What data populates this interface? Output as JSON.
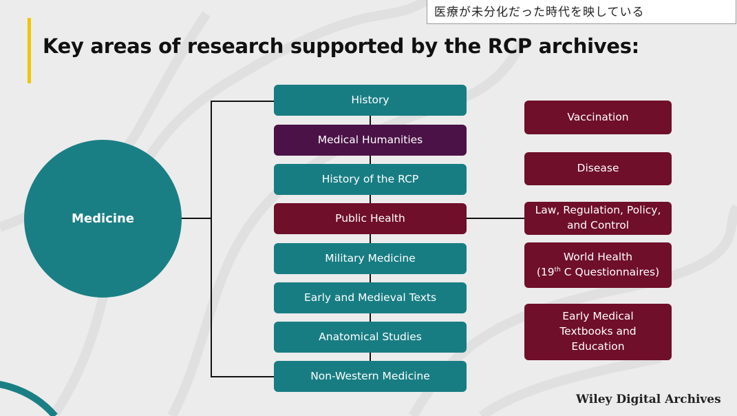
{
  "caption": "医療が未分化だった時代を映している",
  "title": "Key areas of research supported by the RCP archives:",
  "center": "Medicine",
  "middle_topics": [
    "History",
    "Medical Humanities",
    "History of the RCP",
    "Public Health",
    "Military Medicine",
    "Early and Medieval Texts",
    "Anatomical Studies",
    "Non-Western Medicine"
  ],
  "public_health_subtopics": {
    "vaccination": "Vaccination",
    "disease": "Disease",
    "law_line1": "Law, Regulation, Policy,",
    "law_line2": "and Control",
    "world_line1": "World Health",
    "world_open": "(19",
    "world_sup": "th",
    "world_close": " C Questionnaires)",
    "early_line1": "Early Medical",
    "early_line2": "Textbooks and",
    "early_line3": "Education"
  },
  "footer": "Wiley Digital Archives",
  "colors": {
    "teal": "#187d83",
    "purple": "#4a1247",
    "maroon": "#6f0f2a",
    "accent": "#f2c400"
  }
}
